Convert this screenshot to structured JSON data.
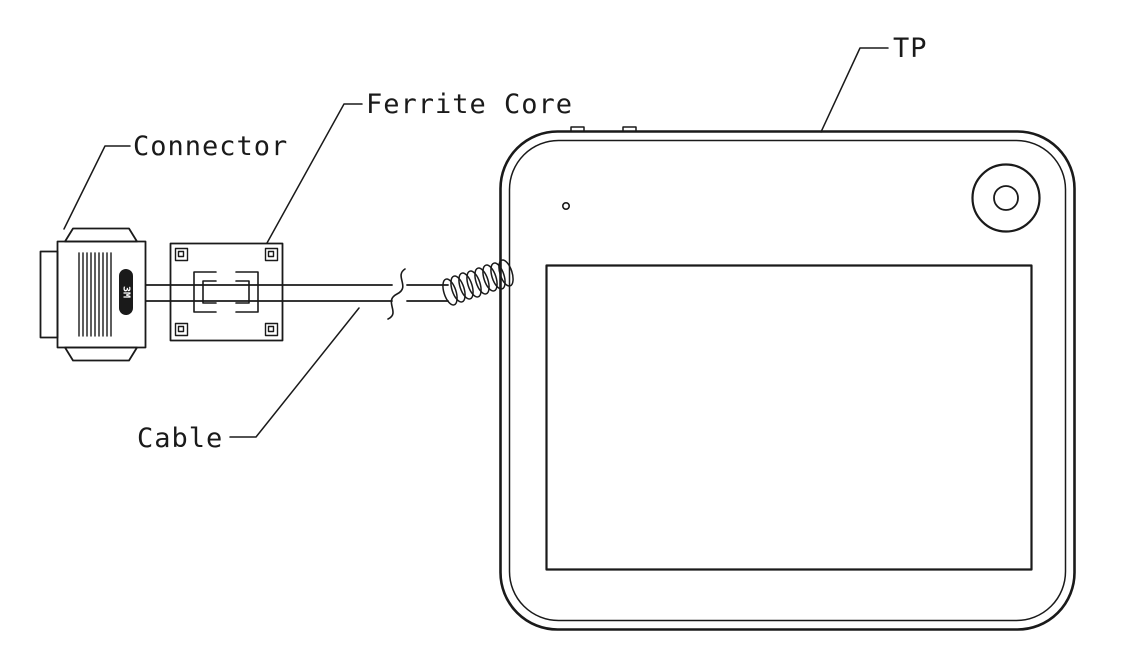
{
  "diagram": {
    "labels": {
      "tp": "TP",
      "ferrite_core": "Ferrite Core",
      "connector": "Connector",
      "cable": "Cable"
    },
    "connector_marking": "3M",
    "colors": {
      "line": "#1a1a1a",
      "background": "#ffffff"
    }
  }
}
